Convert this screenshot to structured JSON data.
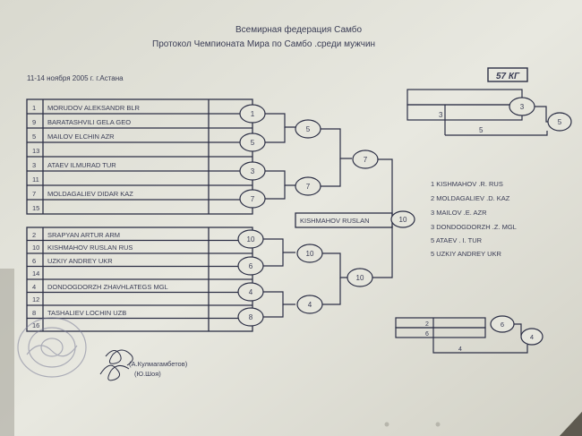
{
  "header": {
    "org": "Всемирная федерация Самбо",
    "protocol": "Протокол Чемпионата Мира по Самбо .среди  мужчин",
    "dates": "11-14 ноября 2005 г.   г.Астана",
    "weight": "57 КГ"
  },
  "pool_a": [
    {
      "seed": "1",
      "name": "MORUDOV  ALEKSANDR   BLR"
    },
    {
      "seed": "9",
      "name": "BARATASHVILI  GELA    GEO"
    },
    {
      "seed": "5",
      "name": "MAILOV  ELCHIN    AZR"
    },
    {
      "seed": "13",
      "name": ""
    },
    {
      "seed": "3",
      "name": "ATAEV  ILMURAD    TUR"
    },
    {
      "seed": "11",
      "name": ""
    },
    {
      "seed": "7",
      "name": "MOLDAGALIEV   DIDAR    KAZ"
    },
    {
      "seed": "15",
      "name": ""
    }
  ],
  "pool_b": [
    {
      "seed": "2",
      "name": "SRAPYAN   ARTUR    ARM"
    },
    {
      "seed": "10",
      "name": "KISHMAHOV  RUSLAN         RUS"
    },
    {
      "seed": "6",
      "name": "UZKIY  ANDREY  UKR"
    },
    {
      "seed": "14",
      "name": ""
    },
    {
      "seed": "4",
      "name": "DONDOGDORZH  ZHAVHLATEGS   MGL"
    },
    {
      "seed": "12",
      "name": ""
    },
    {
      "seed": "8",
      "name": "TASHALIEV   LOCHIN    UZB"
    },
    {
      "seed": "16",
      "name": ""
    }
  ],
  "bracket": {
    "a_r1": [
      "1",
      "5",
      "3",
      "7"
    ],
    "a_r2": [
      "5",
      "7"
    ],
    "a_r3": "7",
    "b_r1": [
      "10",
      "6",
      "4",
      "8"
    ],
    "b_r2": [
      "10",
      "4"
    ],
    "b_r3": "10",
    "final_name": "KISHMAHOV   RUSLAN",
    "final_winner": "10"
  },
  "repechage_top": {
    "entry": "3",
    "circle1": "3",
    "circle2": "5",
    "bottom": "5"
  },
  "repechage_bottom": {
    "entry1": "2",
    "entry2": "6",
    "circle1": "6",
    "circle2": "4",
    "bottom": "4"
  },
  "results": [
    "1 KISHMAHOV  .R.  RUS",
    "2 MOLDAGALIEV  .D.   KAZ",
    "3 MAILOV  .E.   AZR",
    "3 DONDOGDORZH  .Z.  MGL",
    "5 ATAEV . I.   TUR",
    "5 UZKIY  ANDREY  UKR"
  ],
  "signatures": {
    "sig1": "(А.Кулмагамбетов)",
    "sig2": "(Ю.Шоя)"
  }
}
